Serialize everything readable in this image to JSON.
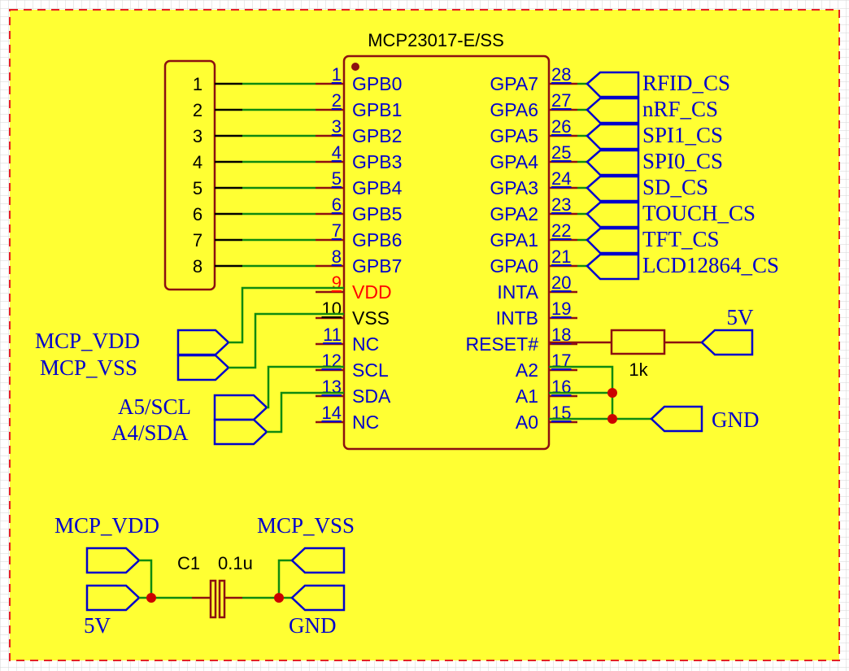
{
  "chip": {
    "name": "MCP23017-E/SS",
    "left_pins": [
      {
        "num": "1",
        "name": "GPB0"
      },
      {
        "num": "2",
        "name": "GPB1"
      },
      {
        "num": "3",
        "name": "GPB2"
      },
      {
        "num": "4",
        "name": "GPB3"
      },
      {
        "num": "5",
        "name": "GPB4"
      },
      {
        "num": "6",
        "name": "GPB5"
      },
      {
        "num": "7",
        "name": "GPB6"
      },
      {
        "num": "8",
        "name": "GPB7"
      },
      {
        "num": "9",
        "name": "VDD"
      },
      {
        "num": "10",
        "name": "VSS"
      },
      {
        "num": "11",
        "name": "NC"
      },
      {
        "num": "12",
        "name": "SCL"
      },
      {
        "num": "13",
        "name": "SDA"
      },
      {
        "num": "14",
        "name": "NC"
      }
    ],
    "right_pins": [
      {
        "num": "28",
        "name": "GPA7"
      },
      {
        "num": "27",
        "name": "GPA6"
      },
      {
        "num": "26",
        "name": "GPA5"
      },
      {
        "num": "25",
        "name": "GPA4"
      },
      {
        "num": "24",
        "name": "GPA3"
      },
      {
        "num": "23",
        "name": "GPA2"
      },
      {
        "num": "22",
        "name": "GPA1"
      },
      {
        "num": "21",
        "name": "GPA0"
      },
      {
        "num": "20",
        "name": "INTA"
      },
      {
        "num": "19",
        "name": "INTB"
      },
      {
        "num": "18",
        "name": "RESET#"
      },
      {
        "num": "17",
        "name": "A2"
      },
      {
        "num": "16",
        "name": "A1"
      },
      {
        "num": "15",
        "name": "A0"
      }
    ]
  },
  "header": {
    "pins": [
      "1",
      "2",
      "3",
      "4",
      "5",
      "6",
      "7",
      "8"
    ]
  },
  "cs_nets": [
    "RFID_CS",
    "nRF_CS",
    "SPI1_CS",
    "SPI0_CS",
    "SD_CS",
    "TOUCH_CS",
    "TFT_CS",
    "LCD12864_CS"
  ],
  "power_nets": {
    "mcp_vdd": "MCP_VDD",
    "mcp_vss": "MCP_VSS",
    "scl": "A5/SCL",
    "sda": "A4/SDA",
    "reset_5v": "5V",
    "addr_gnd": "GND"
  },
  "resistor": {
    "value": "1k"
  },
  "capacitor": {
    "ref": "C1",
    "value": "0.1u",
    "net_vdd": "MCP_VDD",
    "net_5v": "5V",
    "net_vss": "MCP_VSS",
    "net_gnd": "GND"
  },
  "colors": {
    "background": "#ffff33",
    "border": "#e52222",
    "body": "#8c1010",
    "wire": "#0f8a0f",
    "pin_line": "#8c1010",
    "label": "#0000cc",
    "header_line": "#000000",
    "highlight_pin": "#ff0000",
    "black_pin": "#000000"
  }
}
